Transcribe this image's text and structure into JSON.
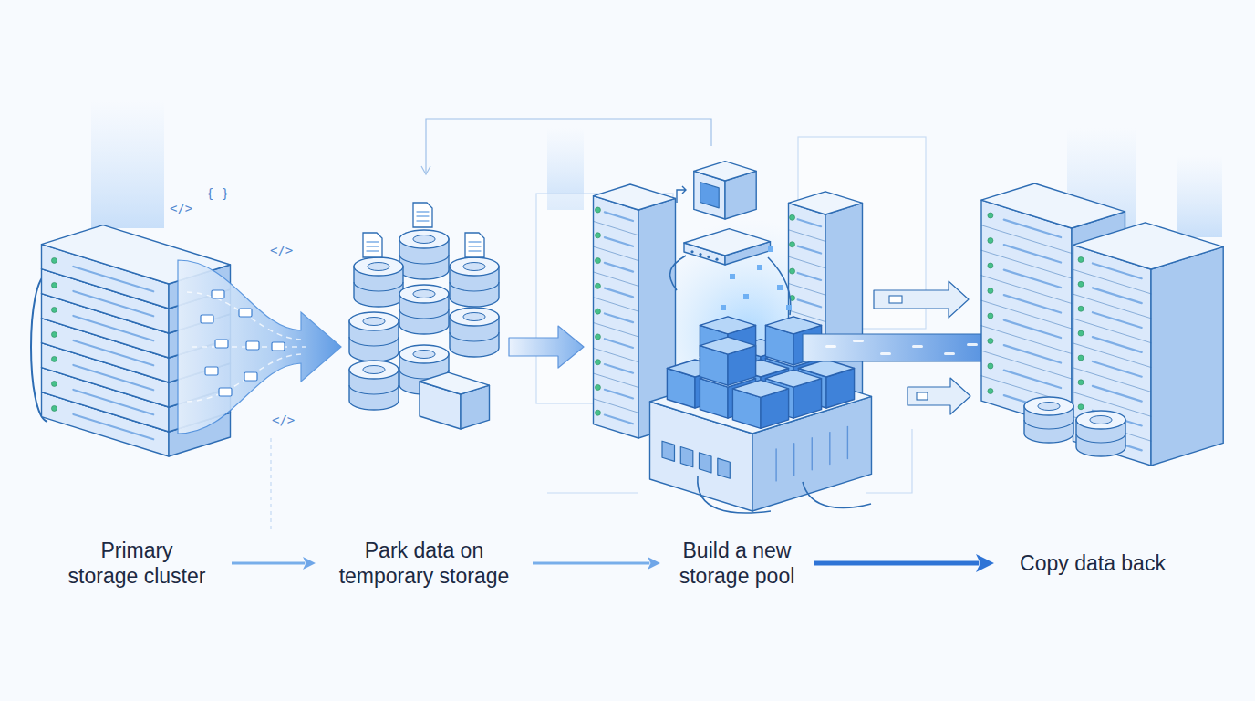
{
  "diagram": {
    "nodes": [
      {
        "text": [
          "Primary storage cluster"
        ]
      },
      {
        "text": [
          "Park data on temporary storage"
        ]
      },
      {
        "text": [
          "Build a new storage pool"
        ]
      },
      {
        "text": [
          "Copy data back"
        ]
      }
    ],
    "edges": [
      {
        "from": 0,
        "to": 1,
        "arrow": "to"
      },
      {
        "from": 1,
        "to": 2,
        "arrow": "to"
      },
      {
        "from": 2,
        "to": 3,
        "arrow": "to"
      }
    ],
    "labels": [
      "</>",
      "{ }",
      "</>",
      "</>"
    ]
  }
}
